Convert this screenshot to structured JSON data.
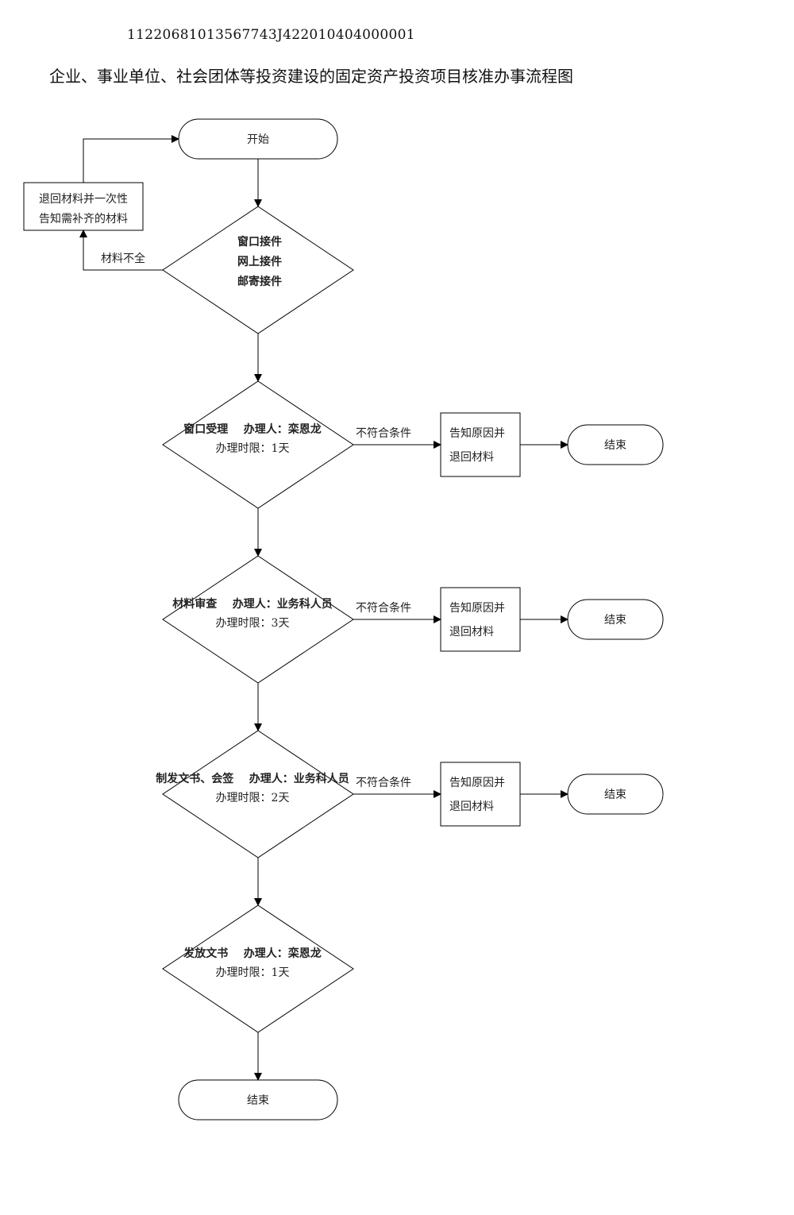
{
  "doc_code": "11220681013567743J422010404000001",
  "title": "企业、事业单位、社会团体等投资建设的固定资产投资项目核准办事流程图",
  "start": {
    "label": "开始"
  },
  "return_box": {
    "line1": "退回材料并一次性",
    "line2": "告知需补齐的材料"
  },
  "incomplete_label": "材料不全",
  "intake": {
    "line1": "窗口接件",
    "line2": "网上接件",
    "line3": "邮寄接件"
  },
  "steps": [
    {
      "title": "窗口受理    办理人：栾恩龙",
      "limit": "办理时限：1天"
    },
    {
      "title": "材料审查    办理人：业务科人员",
      "limit": "办理时限：3天"
    },
    {
      "title": "制发文书、会签    办理人：业务科人员",
      "limit": "办理时限：2天"
    },
    {
      "title": "发放文书    办理人：栾恩龙",
      "limit": "办理时限：1天"
    }
  ],
  "reject": {
    "condition": "不符合条件",
    "box_line1": "告知原因并",
    "box_line2": "退回材料",
    "end": "结束"
  },
  "end": {
    "label": "结束"
  }
}
